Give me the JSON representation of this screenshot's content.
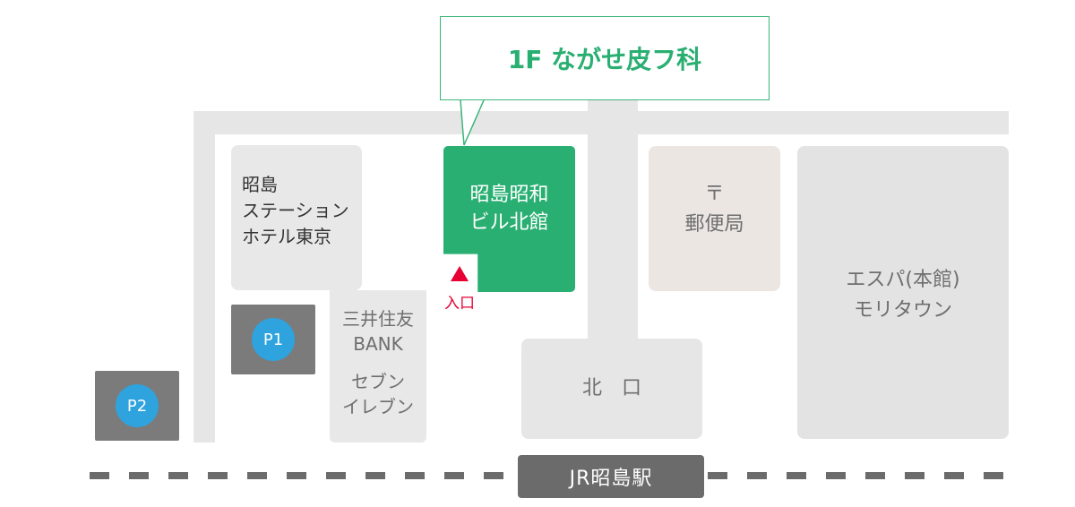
{
  "callout": {
    "title": "1F ながせ皮フ科"
  },
  "target_building": {
    "lines": [
      "昭島昭和",
      "ビル北館"
    ]
  },
  "entrance": {
    "label": "入口"
  },
  "hotel": {
    "lines": [
      "昭島",
      "ステーション",
      "ホテル東京"
    ]
  },
  "bank_store": {
    "lines": [
      "三井住友",
      "BANK",
      "",
      "セブン",
      "イレブン"
    ]
  },
  "post_office": {
    "symbol": "〒",
    "label": "郵便局"
  },
  "espa": {
    "lines": [
      "エスパ(本館)",
      "モリタウン"
    ]
  },
  "north_exit": {
    "label": "北　口"
  },
  "station": {
    "label": "JR昭島駅"
  },
  "parking": {
    "p1": "P1",
    "p2": "P2"
  },
  "colors": {
    "brand_green": "#2aaf72",
    "callout_border": "#3ab47a",
    "entrance_red": "#e60033",
    "parking_blue": "#2ea3de",
    "lot_gray": "#7b7b7b",
    "road_gray": "#e6e6e6",
    "station_gray": "#6b6b6b"
  }
}
